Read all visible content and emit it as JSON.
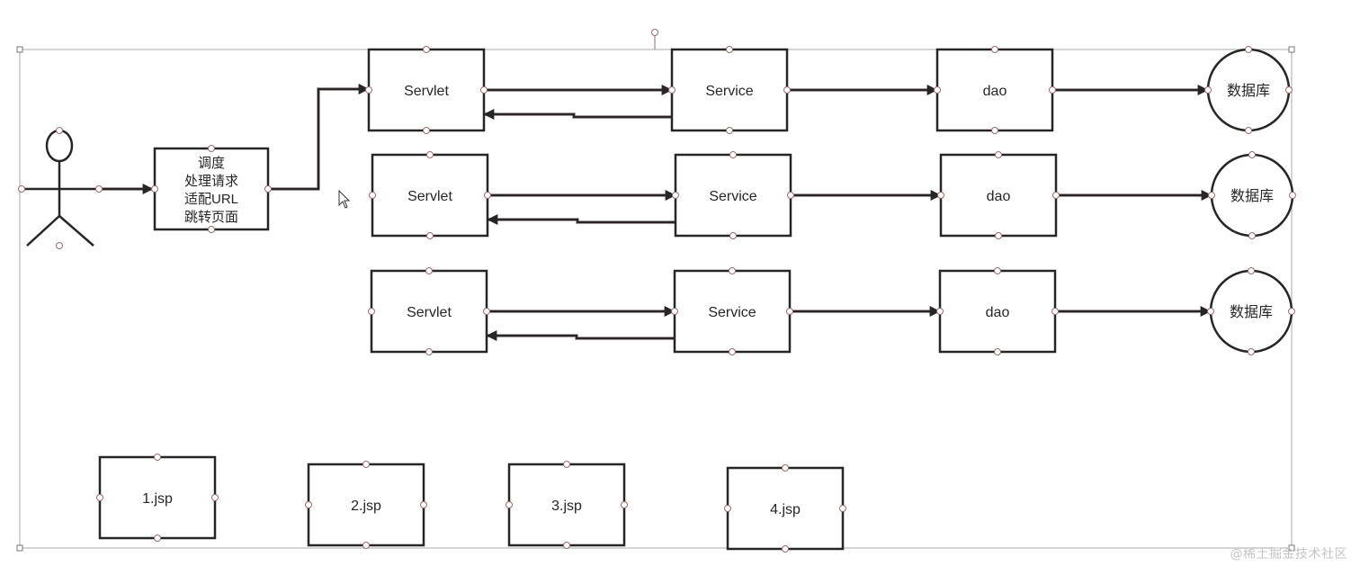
{
  "dispatcher": {
    "lines": [
      "调度",
      "处理请求",
      "适配URL",
      "跳转页面"
    ]
  },
  "labels": {
    "servlet": "Servlet",
    "service": "Service",
    "dao": "dao",
    "database": "数据库"
  },
  "rows_count": 3,
  "jsp_pages": [
    "1.jsp",
    "2.jsp",
    "3.jsp",
    "4.jsp"
  ],
  "watermark": "@稀土掘金技术社区",
  "colors": {
    "stroke": "#262626",
    "handle": "#9b6b6b",
    "selection": "#a8a8a8",
    "arrow_shadow": "#7a4a4a"
  }
}
